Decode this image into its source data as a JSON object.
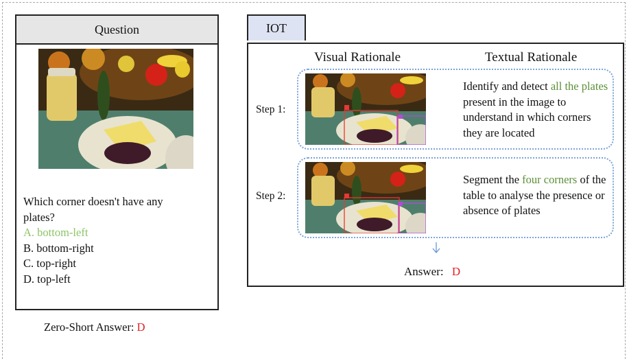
{
  "question_panel": {
    "header": "Question",
    "question_lines": [
      "Which corner doesn't have any",
      "plates?"
    ],
    "options": [
      {
        "text": "A. bottom-left",
        "correct": true
      },
      {
        "text": "B. bottom-right",
        "correct": false
      },
      {
        "text": "C. top-right",
        "correct": false
      },
      {
        "text": "D. top-left",
        "correct": false
      }
    ]
  },
  "zero_shot": {
    "label": "Zero-Short Answer:",
    "value": "D"
  },
  "iot": {
    "tab": "IOT",
    "visual_header": "Visual Rationale",
    "textual_header": "Textual Rationale",
    "steps": [
      {
        "label": "Step 1:",
        "text_before": "Identify and detect ",
        "text_highlight": "all the plates",
        "text_after": " present in the image to understand in which corners they are located"
      },
      {
        "label": "Step 2:",
        "text_before": "Segment the ",
        "text_highlight": "four corners",
        "text_after": " of the table to analyse the presence or absence of plates"
      }
    ],
    "answer_label": "Answer:",
    "answer_value": "D"
  },
  "colors": {
    "correct_option": "#8dc468",
    "highlight_text": "#5c8f37",
    "answer_red": "#e02020",
    "step_border": "#7aa3d8",
    "tab_fill": "#dde3f3",
    "header_fill": "#e6e6e6"
  }
}
